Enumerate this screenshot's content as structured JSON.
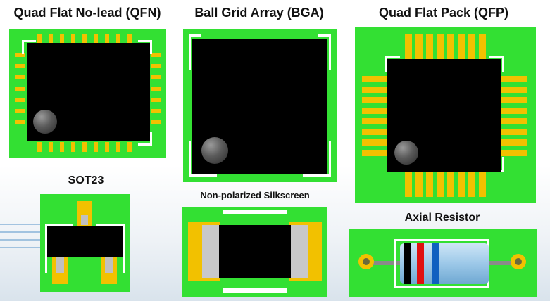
{
  "titles": {
    "qfn": "Quad Flat No-lead (QFN)",
    "bga": "Ball Grid Array (BGA)",
    "qfp": "Quad Flat Pack (QFP)",
    "sot23": "SOT23",
    "nonpolarized": "Non-polarized Silkscreen",
    "axial": "Axial Resistor"
  },
  "colors": {
    "board": "#33e033",
    "pad": "#f2c100",
    "chip": "#000000",
    "silkscreen": "#ffffff",
    "resistor_body": "#9cc8e8",
    "band1": "#000000",
    "band2": "#e01010",
    "band3": "#1060c0"
  }
}
